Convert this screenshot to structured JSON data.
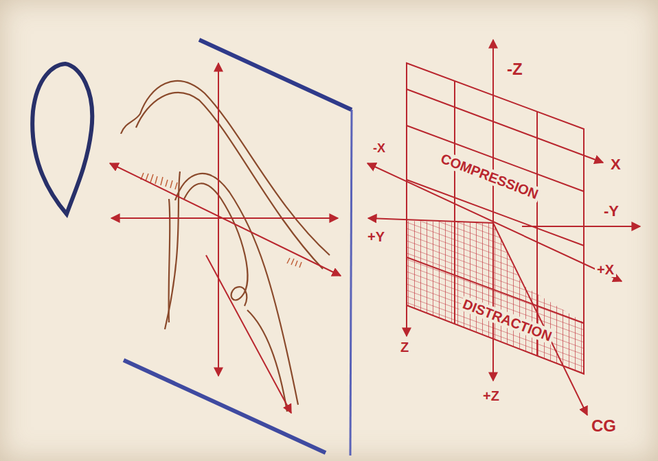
{
  "diagram": {
    "labels": [
      "-Z",
      "COMPRESSION",
      "X",
      "-X",
      "-Y",
      "+Y",
      "+X",
      "DISTRACTION",
      "Z",
      "+Z",
      "CG"
    ]
  }
}
